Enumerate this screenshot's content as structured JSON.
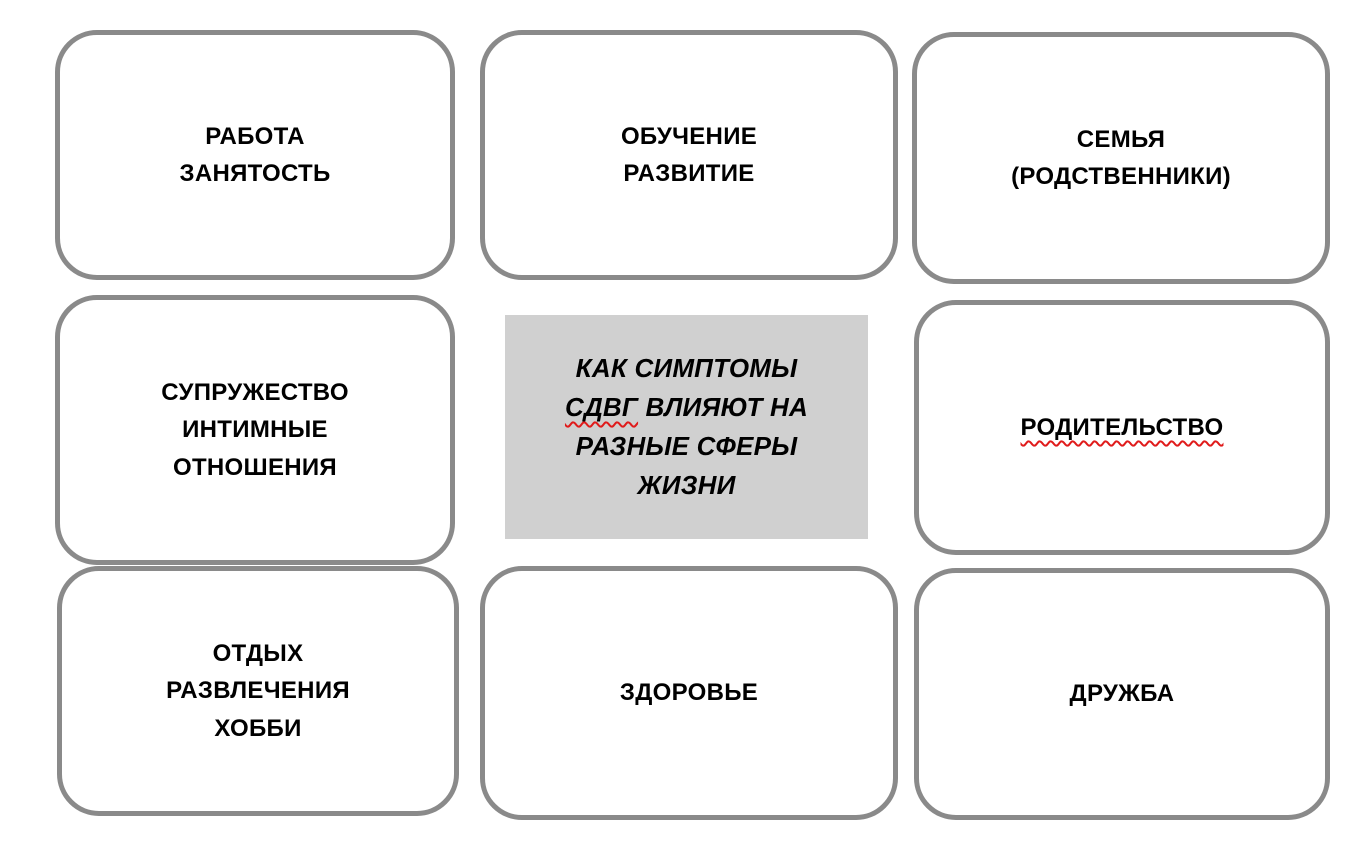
{
  "styles": {
    "box_border_color": "#8a8a8a",
    "box_fill": "#ffffff",
    "center_panel_fill": "#d0d0d0",
    "text_color": "#000000",
    "spellcheck_underline_color": "#e01b1b"
  },
  "center_panel": {
    "segments": [
      {
        "text": "КАК СИМПТОМЫ\n",
        "misspelled": false
      },
      {
        "text": "СДВГ",
        "misspelled": true
      },
      {
        "text": " ВЛИЯЮТ НА\nРАЗНЫЕ СФЕРЫ\nЖИЗНИ",
        "misspelled": false
      }
    ]
  },
  "boxes": [
    {
      "id": "work-employment",
      "label": "РАБОТА\nЗАНЯТОСТЬ",
      "misspelled": false
    },
    {
      "id": "education-development",
      "label": "ОБУЧЕНИЕ\nРАЗВИТИЕ",
      "misspelled": false
    },
    {
      "id": "family-relatives",
      "label": "СЕМЬЯ\n(РОДСТВЕННИКИ)",
      "misspelled": false
    },
    {
      "id": "marriage-intimacy",
      "label": "СУПРУЖЕСТВО\nИНТИМНЫЕ\nОТНОШЕНИЯ",
      "misspelled": false
    },
    {
      "id": "parenthood",
      "label": "РОДИТЕЛЬСТВО",
      "misspelled": true
    },
    {
      "id": "leisure-hobby",
      "label": "ОТДЫХ\nРАЗВЛЕЧЕНИЯ\nХОББИ",
      "misspelled": false
    },
    {
      "id": "health",
      "label": "ЗДОРОВЬЕ",
      "misspelled": false
    },
    {
      "id": "friendship",
      "label": "ДРУЖБА",
      "misspelled": false
    }
  ]
}
